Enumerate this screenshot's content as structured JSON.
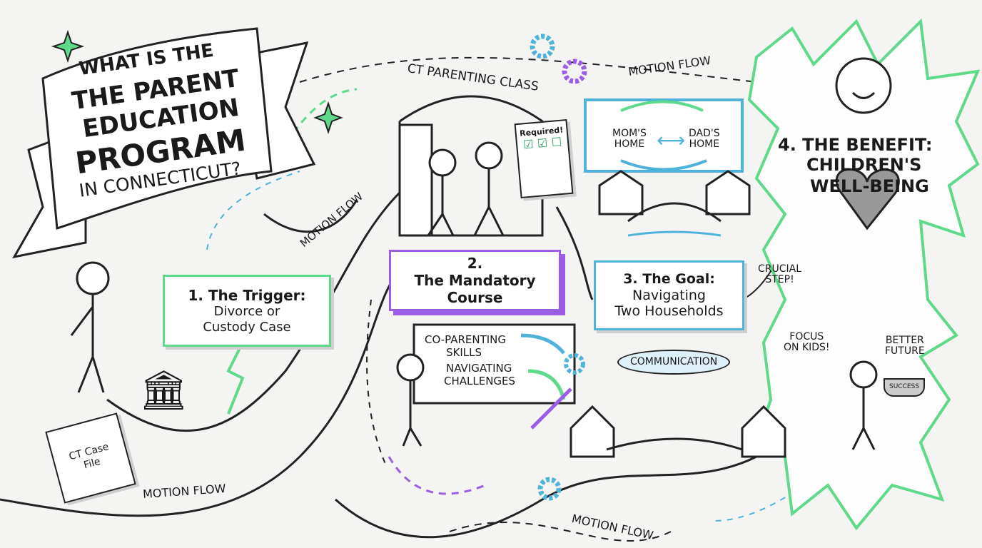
{
  "title": {
    "lines": [
      "What is the",
      "the Parent",
      "Education",
      "Program",
      "in Connecticut?"
    ]
  },
  "flow_labels": [
    "Motion Flow",
    "Motion Flow",
    "Motion Flow",
    "Motion Flow"
  ],
  "step1": {
    "heading": "1. The Trigger:",
    "line2": "Divorce or",
    "line3": "Custody Case",
    "file_label_1": "CT Case",
    "file_label_2": "File"
  },
  "step2": {
    "door_sign": "CT Parenting Class",
    "clipboard": "Required!",
    "heading_1": "2.",
    "heading_2": "The Mandatory",
    "heading_3": "Course",
    "board_1": "Co-Parenting",
    "board_2": "Skills",
    "board_3": "Navigating",
    "board_4": "Challenges"
  },
  "step3": {
    "mom_1": "Mom's",
    "mom_2": "Home",
    "dad_1": "Dad's",
    "dad_2": "Home",
    "heading_1": "3. The Goal:",
    "heading_2": "Navigating",
    "heading_3": "Two Households",
    "bubble": "Communication"
  },
  "step4": {
    "heading_1": "4. The Benefit:",
    "heading_2": "Children's",
    "heading_3": "Well-Being",
    "crucial_1": "Crucial",
    "crucial_2": "Step!",
    "focus_1": "Focus",
    "focus_2": "on Kids!",
    "better_1": "Better",
    "better_2": "Future",
    "trophy": "Success"
  },
  "colors": {
    "green": "#5fd98a",
    "purple": "#9b5de5",
    "blue": "#4fb3d9",
    "ink": "#1a1a1a"
  }
}
